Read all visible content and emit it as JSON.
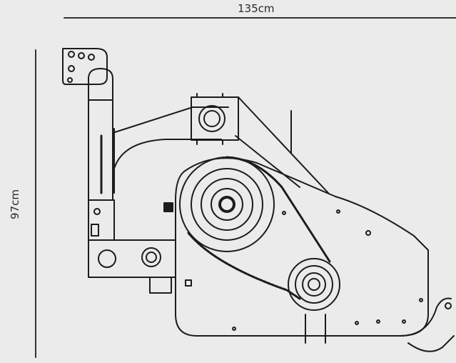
{
  "dimensions": {
    "width_label": "135cm",
    "height_label": "97cm"
  },
  "colors": {
    "background": "#ebebeb",
    "ink": "#1c1c1c",
    "dimension_line": "#333333"
  },
  "icons": [
    "rotary-tiller-side-view-drawing"
  ]
}
